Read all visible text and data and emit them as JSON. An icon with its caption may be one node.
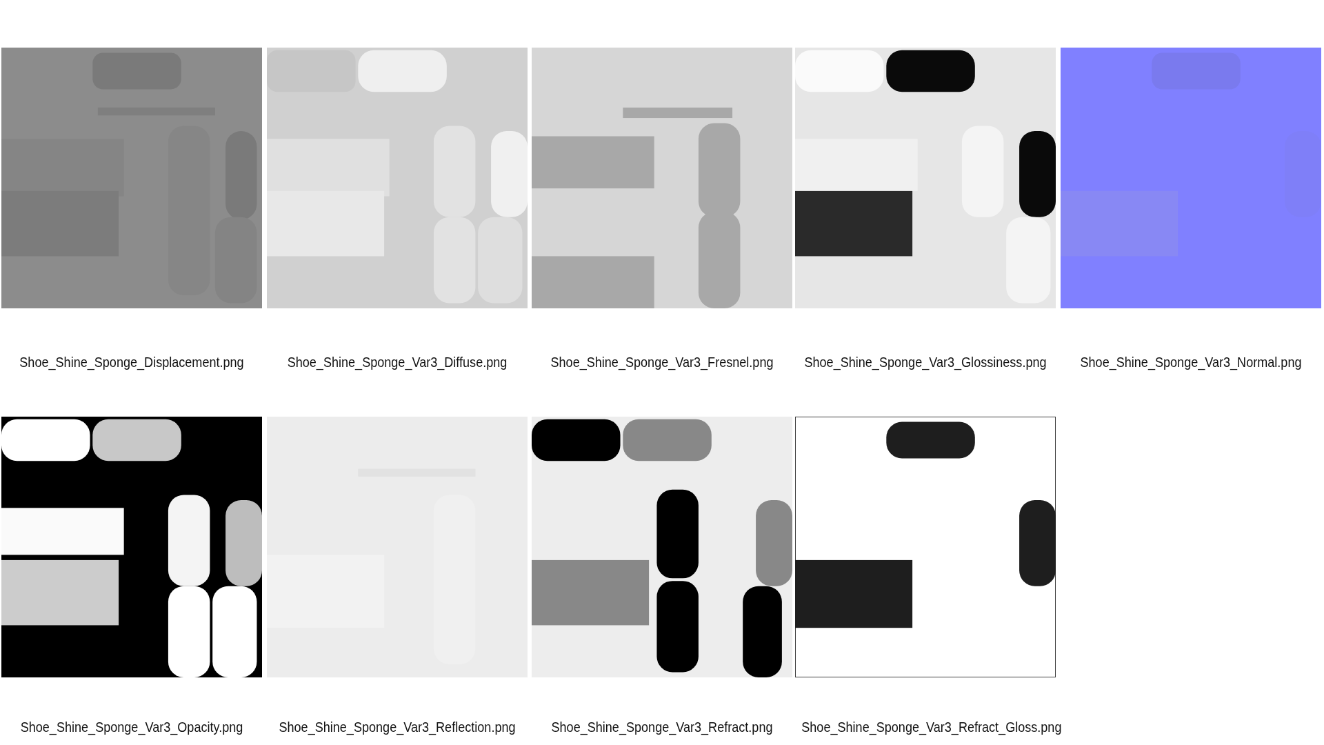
{
  "diagram": {
    "labels": [
      "Shoe_Shine_Sponge_Displacement.png",
      "Shoe_Shine_Sponge_Var3_Diffuse.png",
      "Shoe_Shine_Sponge_Var3_Fresnel.png",
      "Shoe_Shine_Sponge_Var3_Glossiness.png",
      "Shoe_Shine_Sponge_Var3_Normal.png",
      "Shoe_Shine_Sponge_Var3_Opacity.png",
      "Shoe_Shine_Sponge_Var3_Reflection.png",
      "Shoe_Shine_Sponge_Var3_Refract.png",
      "Shoe_Shine_Sponge_Var3_Refract_Gloss.png"
    ]
  }
}
